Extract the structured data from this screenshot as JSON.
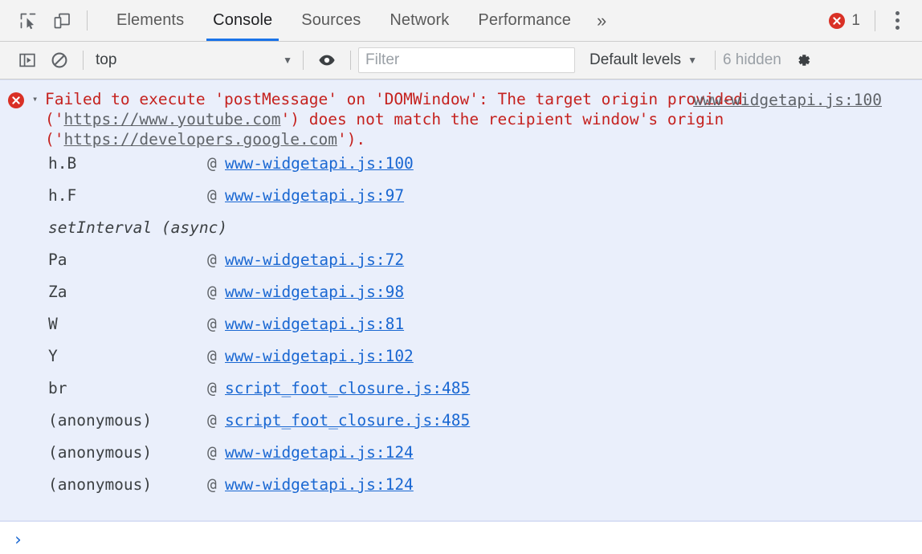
{
  "window": {
    "app": "Chrome DevTools"
  },
  "toolbar_top": {
    "inspect_icon": "inspect-element-icon",
    "device_icon": "device-toolbar-icon",
    "tabs": [
      {
        "label": "Elements",
        "active": false
      },
      {
        "label": "Console",
        "active": true
      },
      {
        "label": "Sources",
        "active": false
      },
      {
        "label": "Network",
        "active": false
      },
      {
        "label": "Performance",
        "active": false
      }
    ],
    "more_tabs_label": "»",
    "error_badge": {
      "icon": "error-circle-icon",
      "count": "1"
    },
    "menu_icon": "kebab-menu-icon"
  },
  "toolbar_filter": {
    "sidebar_icon": "console-sidebar-icon",
    "clear_icon": "clear-console-icon",
    "context": {
      "value": "top",
      "caret": "▼"
    },
    "eye_icon": "live-expression-eye-icon",
    "filter": {
      "value": "",
      "placeholder": "Filter"
    },
    "levels": {
      "label": "Default levels",
      "caret": "▼"
    },
    "hidden": "6 hidden",
    "settings_icon": "gear-icon"
  },
  "console": {
    "message": {
      "level": "error",
      "icon": "error-circle-icon",
      "disclosure": "▾",
      "expanded": true,
      "text_parts": [
        {
          "t": "text",
          "v": "Failed to execute 'postMessage' on 'DOMWindow': The target origin provided ('"
        },
        {
          "t": "url",
          "v": "https://www.youtube.com"
        },
        {
          "t": "text",
          "v": "') does not match the recipient window's origin ('"
        },
        {
          "t": "url",
          "v": "https://developers.google.com"
        },
        {
          "t": "text",
          "v": "')."
        }
      ],
      "source_link": "www-widgetapi.js:100",
      "stack": [
        {
          "name": "h.B",
          "at": "@",
          "link": "www-widgetapi.js:100",
          "async": false
        },
        {
          "name": "h.F",
          "at": "@",
          "link": "www-widgetapi.js:97",
          "async": false
        },
        {
          "name": "setInterval (async)",
          "at": "",
          "link": "",
          "async": true
        },
        {
          "name": "Pa",
          "at": "@",
          "link": "www-widgetapi.js:72",
          "async": false
        },
        {
          "name": "Za",
          "at": "@",
          "link": "www-widgetapi.js:98",
          "async": false
        },
        {
          "name": "W",
          "at": "@",
          "link": "www-widgetapi.js:81",
          "async": false
        },
        {
          "name": "Y",
          "at": "@",
          "link": "www-widgetapi.js:102",
          "async": false
        },
        {
          "name": "br",
          "at": "@",
          "link": "script_foot_closure.js:485",
          "async": false
        },
        {
          "name": "(anonymous)",
          "at": "@",
          "link": "script_foot_closure.js:485",
          "async": false
        },
        {
          "name": "(anonymous)",
          "at": "@",
          "link": "www-widgetapi.js:124",
          "async": false
        },
        {
          "name": "(anonymous)",
          "at": "@",
          "link": "www-widgetapi.js:124",
          "async": false
        }
      ]
    },
    "prompt": {
      "caret": "›",
      "value": ""
    }
  },
  "colors": {
    "error_red": "#c5221f",
    "error_icon": "#d93025",
    "link_blue": "#1967d2",
    "accent_blue": "#1a73e8",
    "toolbar_bg": "#f3f3f3",
    "error_row_bg": "#eaeffb",
    "muted": "#5f6368"
  }
}
